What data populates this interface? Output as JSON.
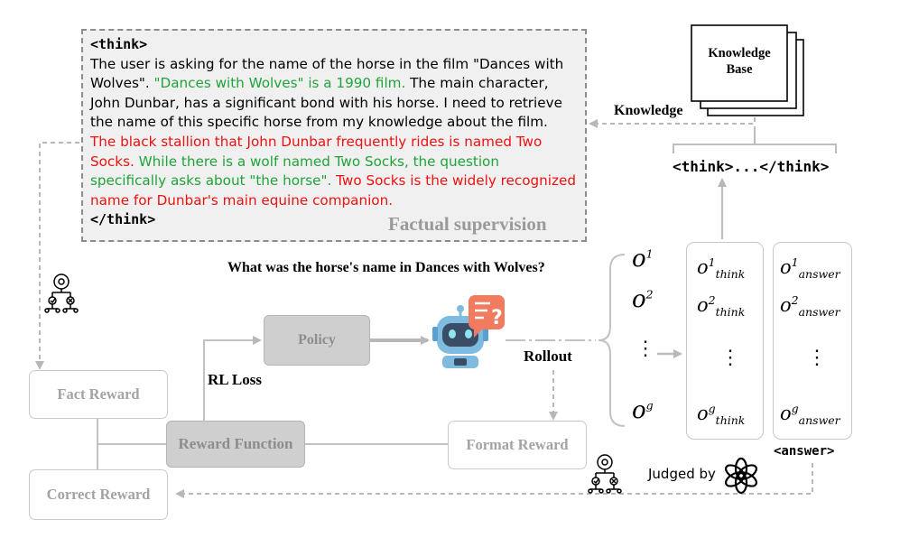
{
  "think_box": {
    "open_tag": "<think>",
    "close_tag": "</think>",
    "seg1": "The user is asking for the name of the horse in the film \"Dances with Wolves\". ",
    "seg2_green": "\"Dances with Wolves\" is a 1990 film.",
    "seg3": " The main character, John Dunbar, has a significant bond with his horse. I need to retrieve the name of this specific horse from my knowledge about the film. ",
    "seg4_red": "The black stallion that John Dunbar frequently rides is named Two Socks.",
    "seg5_green": " While there is a wolf named Two Socks, the question specifically asks about \"the horse\".",
    "seg6_red": " Two Socks is the widely recognized name for Dunbar's main equine companion."
  },
  "factual_supervision": "Factual supervision",
  "knowledge_base": {
    "title_line1": "Knowledge",
    "title_line2": "Base"
  },
  "knowledge_label": "Knowledge",
  "think_tags": "<think>...</think>",
  "question": "What was the horse's name in Dances with Wolves?",
  "policy_label": "Policy",
  "rollout_label": "Rollout",
  "rl_loss_label": "RL Loss",
  "fact_reward": "Fact Reward",
  "reward_function": "Reward Function",
  "format_reward": "Format Reward",
  "correct_reward": "Correct Reward",
  "answer_tag": "<answer>",
  "judged_by": "Judged by",
  "outputs": {
    "o_base": "o",
    "think_base": "o",
    "think_sub": "think",
    "answer_base": "o",
    "answer_sub": "answer",
    "indices": [
      "1",
      "2",
      "g"
    ],
    "ellipsis": "⋮"
  },
  "icons": [
    "robot-icon",
    "question-doc-icon",
    "reward-tree-icon",
    "openai-logo-icon",
    "knowledge-stack-icon"
  ],
  "colors": {
    "green": "#21a33b",
    "red": "#ee1111",
    "grey_text": "#a3a3a3",
    "arrow_grey": "#bdbdbd"
  }
}
